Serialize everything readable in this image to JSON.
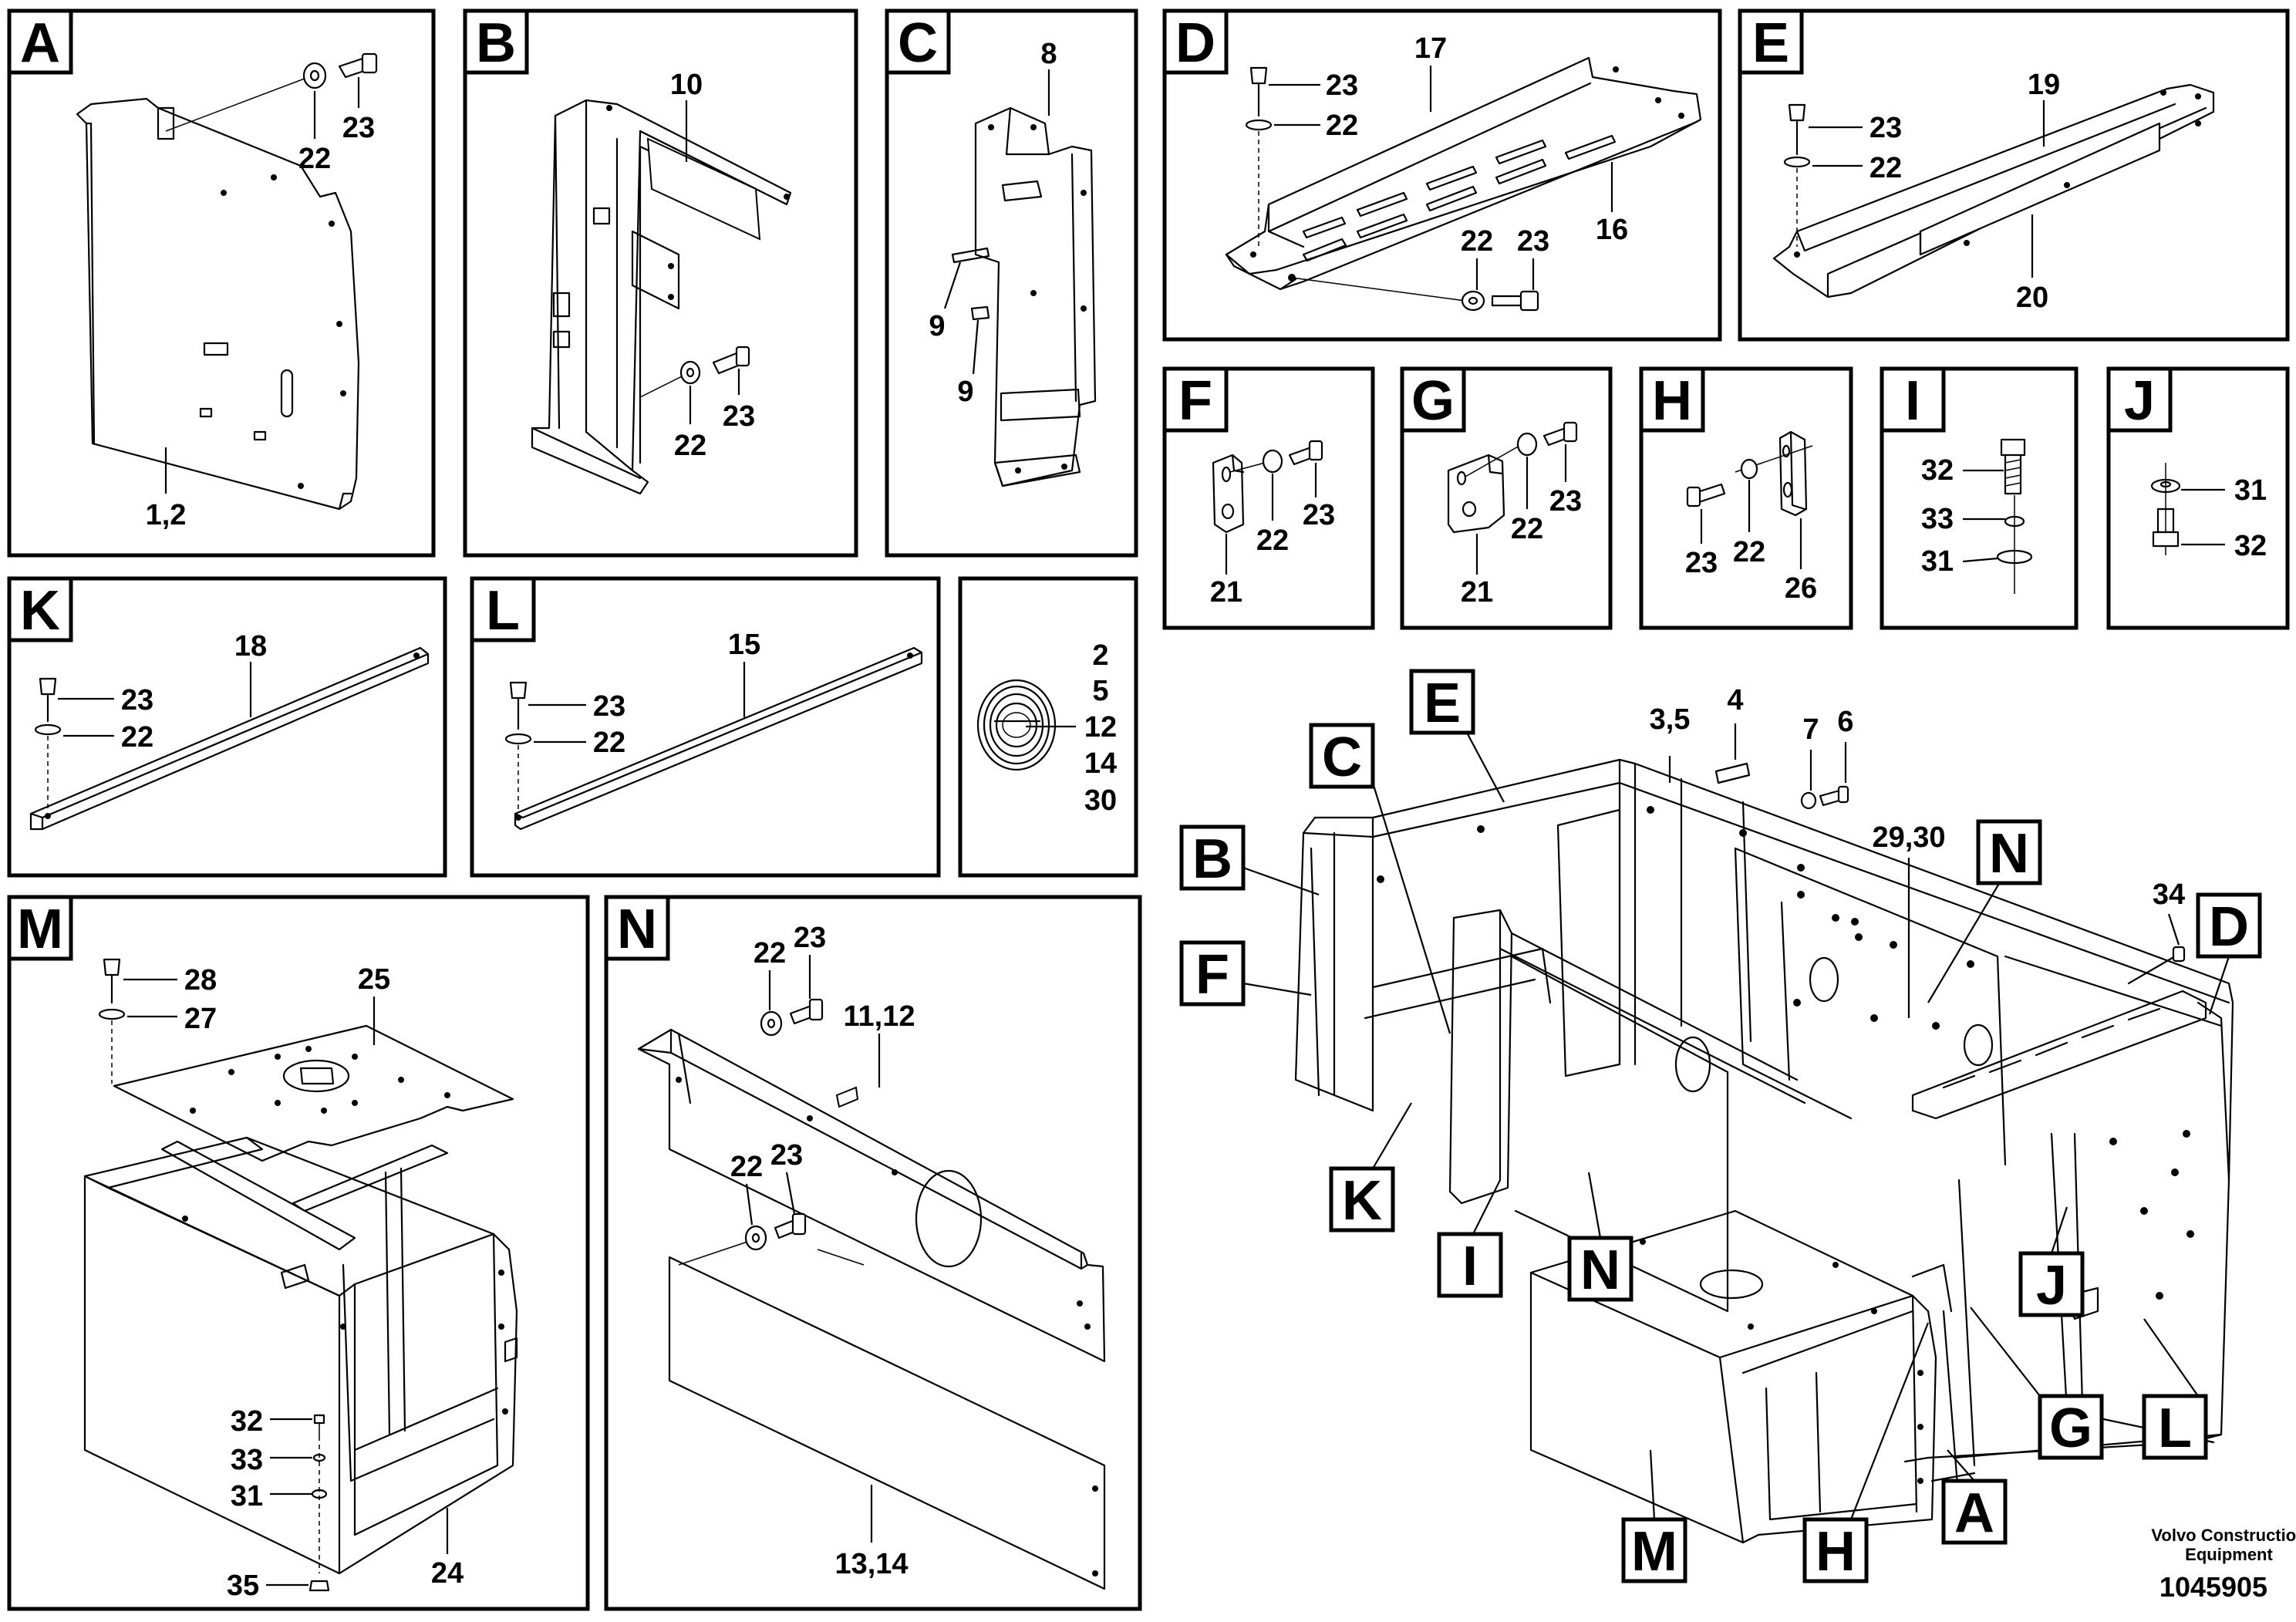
{
  "panels": {
    "A": {
      "letter": "A",
      "nums": [
        "22",
        "23",
        "1,2"
      ]
    },
    "B": {
      "letter": "B",
      "nums": [
        "10",
        "22",
        "23"
      ]
    },
    "C": {
      "letter": "C",
      "nums": [
        "8",
        "9",
        "9"
      ]
    },
    "D": {
      "letter": "D",
      "nums": [
        "17",
        "23",
        "22",
        "16",
        "22",
        "23"
      ]
    },
    "E": {
      "letter": "E",
      "nums": [
        "19",
        "23",
        "22",
        "20"
      ]
    },
    "F": {
      "letter": "F",
      "nums": [
        "22",
        "23",
        "21"
      ]
    },
    "G": {
      "letter": "G",
      "nums": [
        "23",
        "22",
        "21"
      ]
    },
    "H": {
      "letter": "H",
      "nums": [
        "23",
        "22",
        "26"
      ]
    },
    "I": {
      "letter": "I",
      "nums": [
        "32",
        "33",
        "31"
      ]
    },
    "J": {
      "letter": "J",
      "nums": [
        "31",
        "32"
      ]
    },
    "K": {
      "letter": "K",
      "nums": [
        "18",
        "23",
        "22"
      ]
    },
    "L": {
      "letter": "L",
      "nums": [
        "15",
        "23",
        "22"
      ]
    },
    "ring": {
      "nums": [
        "2",
        "5",
        "12",
        "14",
        "30"
      ]
    },
    "M": {
      "letter": "M",
      "nums": [
        "28",
        "27",
        "25",
        "32",
        "33",
        "31",
        "35",
        "24"
      ]
    },
    "N": {
      "letter": "N",
      "nums": [
        "22",
        "23",
        "11,12",
        "22",
        "23",
        "13,14"
      ]
    }
  },
  "overview": {
    "callouts": [
      "E",
      "C",
      "B",
      "F",
      "K",
      "I",
      "N",
      "N",
      "M",
      "H",
      "A",
      "G",
      "L",
      "J",
      "D"
    ],
    "nums": [
      "3,5",
      "4",
      "7",
      "6",
      "29,30",
      "34"
    ]
  },
  "footer": {
    "company_line1": "Volvo Construction",
    "company_line2": "Equipment",
    "drawing_number": "1045905"
  }
}
